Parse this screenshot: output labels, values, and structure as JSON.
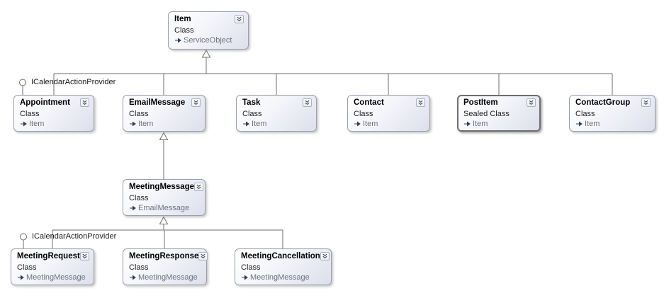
{
  "diagram": {
    "kind_labels": {
      "class": "Class",
      "sealed_class": "Sealed Class"
    },
    "nodes": [
      {
        "title": "Item",
        "kind": "Class",
        "base": "ServiceObject"
      },
      {
        "title": "Appointment",
        "kind": "Class",
        "base": "Item"
      },
      {
        "title": "EmailMessage",
        "kind": "Class",
        "base": "Item"
      },
      {
        "title": "Task",
        "kind": "Class",
        "base": "Item"
      },
      {
        "title": "Contact",
        "kind": "Class",
        "base": "Item"
      },
      {
        "title": "PostItem",
        "kind": "Sealed Class",
        "base": "Item"
      },
      {
        "title": "ContactGroup",
        "kind": "Class",
        "base": "Item"
      },
      {
        "title": "MeetingMessage",
        "kind": "Class",
        "base": "EmailMessage"
      },
      {
        "title": "MeetingRequest",
        "kind": "Class",
        "base": "MeetingMessage"
      },
      {
        "title": "MeetingResponse",
        "kind": "Class",
        "base": "MeetingMessage"
      },
      {
        "title": "MeetingCancellation",
        "kind": "Class",
        "base": "MeetingMessage"
      }
    ],
    "interfaces": [
      {
        "label": "ICalendarActionProvider"
      },
      {
        "label": "ICalendarActionProvider"
      }
    ]
  },
  "colors": {
    "canvas-bg": "#ffffff",
    "node-border": "#9b9eae",
    "node-border-sealed": "#6e6e6e",
    "connector": "#6d6d6d",
    "title-color": "#000000",
    "kind-color": "#1f1f1f",
    "base-color": "#6f7480",
    "arrow-color": "#2f3c5f",
    "label-color": "#1a1a1a"
  }
}
